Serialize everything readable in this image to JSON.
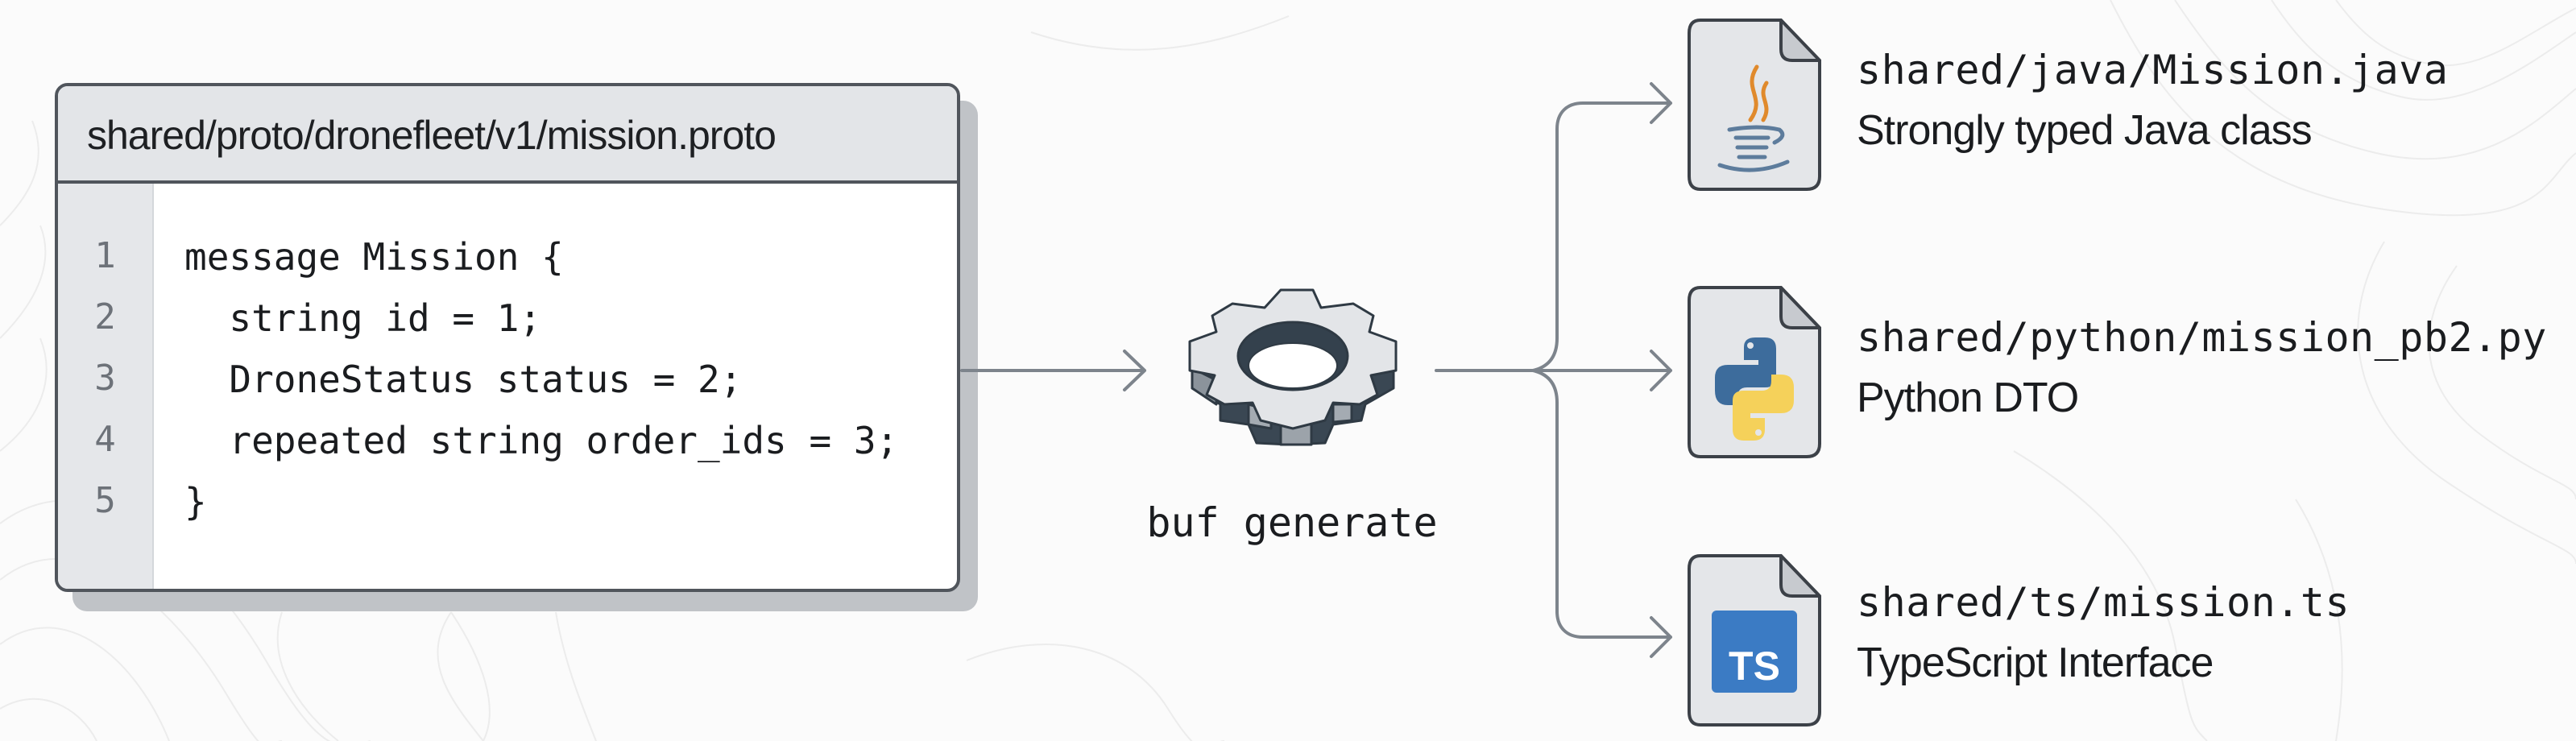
{
  "diagram": {
    "source_file": {
      "title": "shared/proto/dronefleet/v1/mission.proto",
      "lines": [
        {
          "number": "1",
          "code": "message Mission {"
        },
        {
          "number": "2",
          "code": "  string id = 1;"
        },
        {
          "number": "3",
          "code": "  DroneStatus status = 2;"
        },
        {
          "number": "4",
          "code": "  repeated string order_ids = 3;"
        },
        {
          "number": "5",
          "code": "}"
        }
      ]
    },
    "generator": {
      "icon": "gear-icon",
      "label": "buf generate"
    },
    "outputs": [
      {
        "icon": "java-file-icon",
        "file": "shared/java/Mission.java",
        "description": "Strongly typed Java class"
      },
      {
        "icon": "python-file-icon",
        "file": "shared/python/mission_pb2.py",
        "description": "Python DTO"
      },
      {
        "icon": "typescript-file-icon",
        "file": "shared/ts/mission.ts",
        "description": "TypeScript Interface",
        "badge": "TS"
      }
    ],
    "colors": {
      "connector": "#7d848c",
      "outline": "#3c4148",
      "java_orange": "#e08a2c",
      "java_blue": "#5d7c9c",
      "python_blue": "#3d6c9c",
      "python_yellow": "#f5d15a",
      "typescript_blue": "#3b7bc4"
    }
  }
}
